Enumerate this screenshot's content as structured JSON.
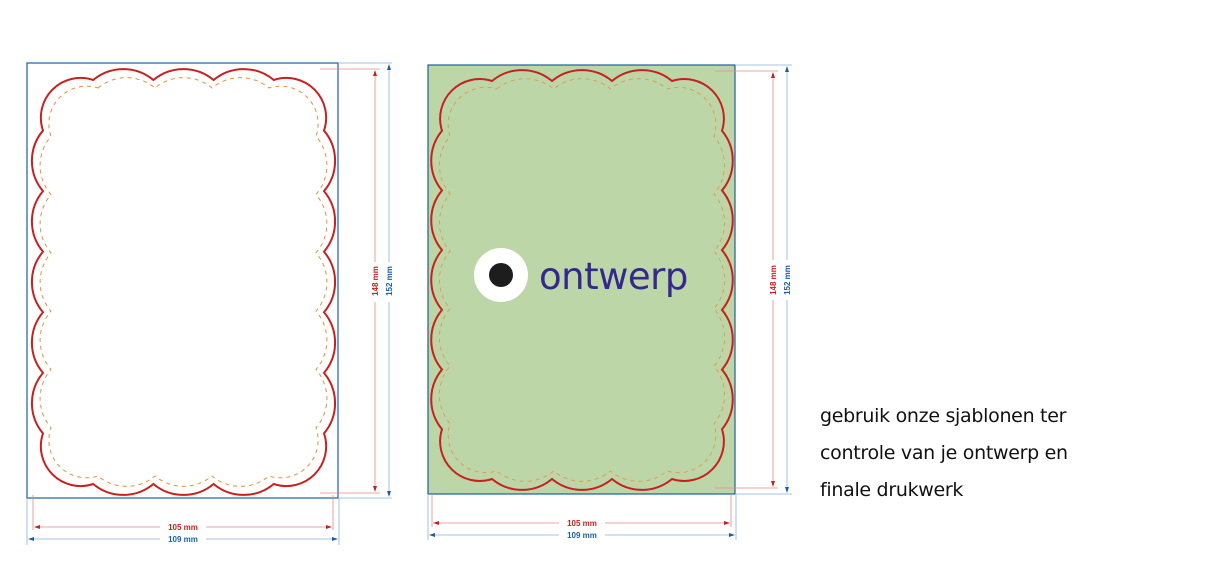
{
  "colors": {
    "trim": "#c8201e",
    "bleed": "#1a5fa5",
    "safe": "#e8913a",
    "background": "#bdd6a7",
    "logo_text": "#34288f"
  },
  "templates": [
    {
      "name": "blank-template",
      "trim_height": "148 mm",
      "bleed_height": "152 mm",
      "trim_width": "105 mm",
      "bleed_width": "109 mm"
    },
    {
      "name": "example-template",
      "trim_height": "148 mm",
      "bleed_height": "152 mm",
      "trim_width": "105 mm",
      "bleed_width": "109 mm",
      "logo_text": "ontwerp"
    }
  ],
  "tagline": [
    "gebruik onze sjablonen ter",
    "controle van je ontwerp en",
    "finale drukwerk"
  ]
}
